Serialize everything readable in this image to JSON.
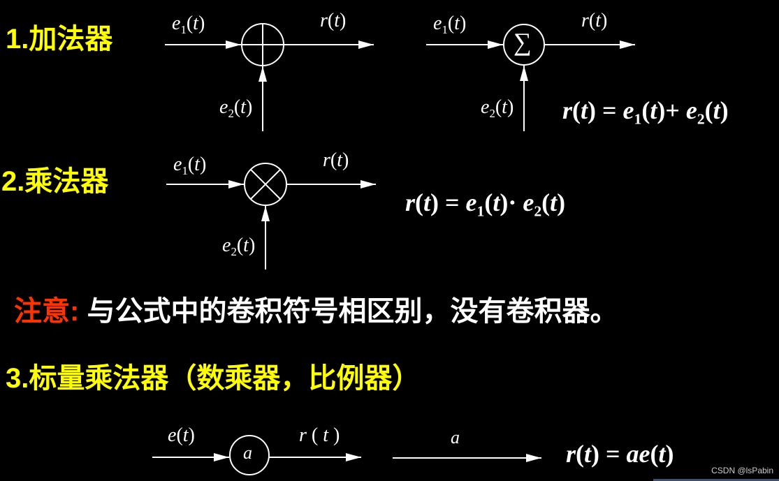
{
  "sections": {
    "adder": {
      "heading": "1.加法器"
    },
    "multiplier": {
      "heading": "2.乘法器"
    },
    "note": {
      "label": "注意:",
      "text": " 与公式中的卷积符号相区别，没有卷积器。"
    },
    "scalar": {
      "heading": "3.标量乘法器（数乘器，比例器）"
    }
  },
  "signals": {
    "e1": "e",
    "e2": "e",
    "r": "r",
    "e": "e",
    "sub1": "1",
    "sub2": "2",
    "t": "t",
    "a": "a"
  },
  "symbols": {
    "sum": "∑"
  },
  "equations": {
    "adder": "r(t) = e1(t) + e2(t)",
    "multiplier": "r(t) = e1(t)·e2(t)",
    "scalar": "r(t) = ae(t)"
  },
  "watermark": "CSDN @lsPabin",
  "colors": {
    "heading": "#ffff00",
    "note_label": "#ff3300",
    "text": "#ffffff",
    "background": "#000000"
  }
}
